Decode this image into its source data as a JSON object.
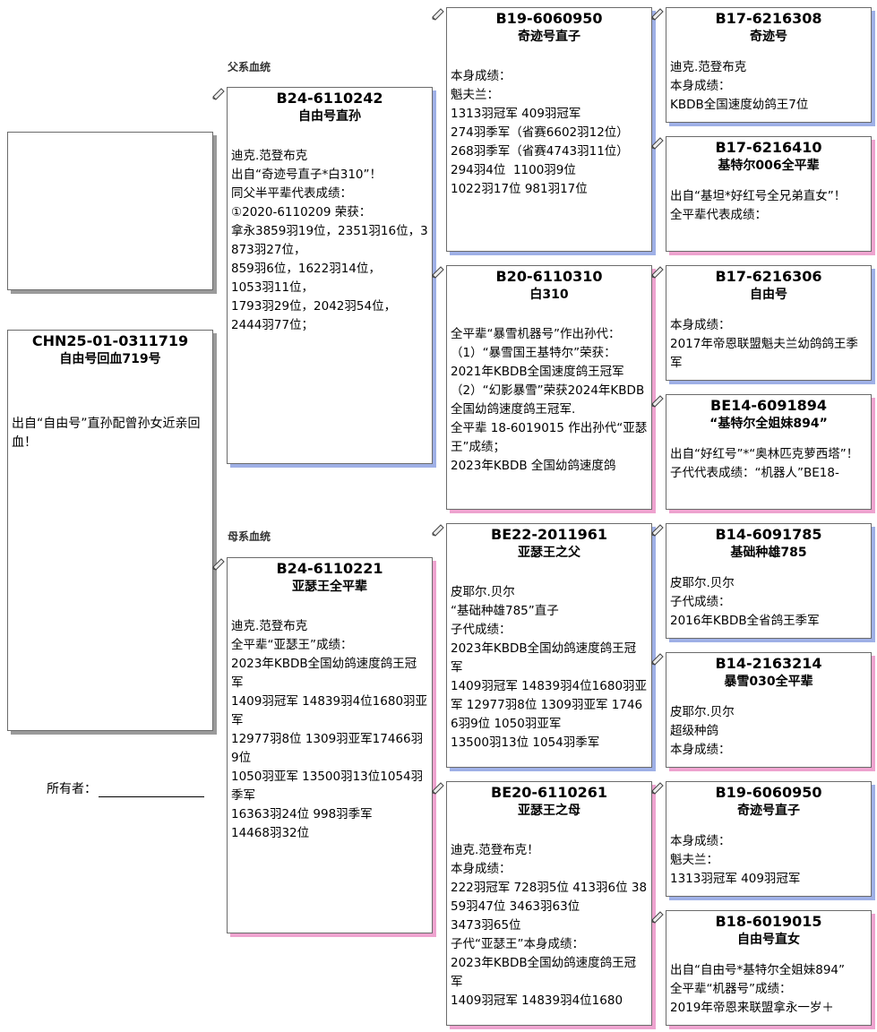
{
  "sections": {
    "paternal": "父系血统",
    "maternal": "母系血统"
  },
  "owner_label": "所有者：",
  "subject": {
    "id": "CHN25-01-0311719",
    "name": "自由号回血719号",
    "body": "出自“自由号”直孙配曾孙女近亲回血！"
  },
  "sire": {
    "id": "B24-6110242",
    "name": "自由号直孙",
    "body": "迪克.范登布克\n出自“奇迹号直子*白310”！\n同父半平辈代表成绩：\n①2020-6110209 荣获：\n拿永3859羽19位，2351羽16位，3873羽27位，\n859羽6位，1622羽14位，\n1053羽11位，\n1793羽29位，2042羽54位，\n2444羽77位；"
  },
  "dam": {
    "id": "B24-6110221",
    "name": "亚瑟王全平辈",
    "body": "迪克.范登布克\n全平辈“亚瑟王”成绩：\n2023年KBDB全国幼鸽速度鸽王冠军\n1409羽冠军 14839羽4位1680羽亚军\n12977羽8位 1309羽亚军17466羽9位\n1050羽亚军 13500羽13位1054羽季军\n16363羽24位 998羽季军\n14468羽32位"
  },
  "ss": {
    "id": "B19-6060950",
    "name": "奇迹号直子",
    "body": "本身成绩：\n魁夫兰：\n1313羽冠军 409羽冠军\n274羽季军（省赛6602羽12位）\n268羽季军（省赛4743羽11位）\n294羽4位  1100羽9位\n1022羽17位 981羽17位"
  },
  "sd": {
    "id": "B20-6110310",
    "name": "白310",
    "body": "全平辈“暴雪机器号”作出孙代：\n（1）“暴雪国王基特尔”荣获：\n2021年KBDB全国速度鸽王冠军\n（2）“幻影暴雪”荣获2024年KBDB全国幼鸽速度鸽王冠军.\n全平辈 18-6019015 作出孙代“亚瑟王”成绩；\n2023年KBDB 全国幼鸽速度鸽"
  },
  "ds": {
    "id": "BE22-2011961",
    "name": "亚瑟王之父",
    "body": "皮耶尔.贝尔\n“基础种雄785”直子\n子代成绩：\n2023年KBDB全国幼鸽速度鸽王冠军\n1409羽冠军 14839羽4位1680羽亚军 12977羽8位 1309羽亚军 17466羽9位 1050羽亚军\n13500羽13位 1054羽季军"
  },
  "dd": {
    "id": "BE20-6110261",
    "name": "亚瑟王之母",
    "body": "迪克.范登布克！\n本身成绩：\n222羽冠军 728羽5位 413羽6位 3859羽47位 3463羽63位\n3473羽65位\n子代“亚瑟王”本身成绩：\n2023年KBDB全国幼鸽速度鸽王冠军\n1409羽冠军 14839羽4位1680"
  },
  "sss": {
    "id": "B17-6216308",
    "name": "奇迹号",
    "body": "迪克.范登布克\n本身成绩：\nKBDB全国速度幼鸽王7位"
  },
  "ssd": {
    "id": "B17-6216410",
    "name": "基特尔006全平辈",
    "body": "出自“基坦*好红号全兄弟直女”！\n全平辈代表成绩："
  },
  "sds": {
    "id": "B17-6216306",
    "name": "自由号",
    "body": "本身成绩：\n2017年帝恩联盟魁夫兰幼鸽鸽王季军"
  },
  "sdd": {
    "id": "BE14-6091894",
    "name": "“基特尔全姐妹894”",
    "body": "出自“好红号”*“奥林匹克萝西塔”！\n子代代表成绩：“机器人”BE18-"
  },
  "dss": {
    "id": "B14-6091785",
    "name": "基础种雄785",
    "body": "皮耶尔.贝尔\n子代成绩：\n2016年KBDB全省鸽王季军"
  },
  "dsd": {
    "id": "B14-2163214",
    "name": "暴雪030全平辈",
    "body": "皮耶尔.贝尔\n超级种鸽\n本身成绩："
  },
  "dds": {
    "id": "B19-6060950",
    "name": "奇迹号直子",
    "body": "本身成绩：\n魁夫兰：\n1313羽冠军 409羽冠军"
  },
  "ddd": {
    "id": "B18-6019015",
    "name": "自由号直女",
    "body": "出自“自由号*基特尔全姐妹894”\n全平辈“机器号”成绩：\n2019年帝恩来联盟拿永一岁＋"
  }
}
